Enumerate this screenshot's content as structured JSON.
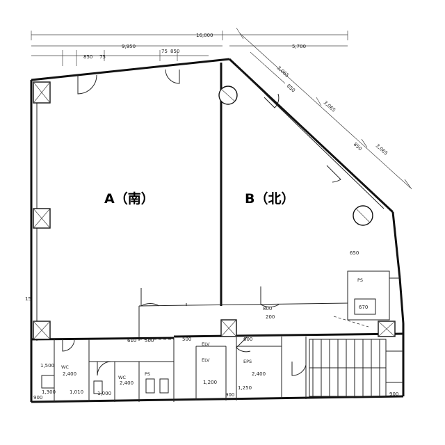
{
  "plan": {
    "units": [
      {
        "id": "A",
        "label": "A（南）"
      },
      {
        "id": "B",
        "label": "B（北）"
      }
    ],
    "dimensions": {
      "top_total": "16,000",
      "top_left": "9,950",
      "top_right": "5,700",
      "d850a": "850",
      "d75a": "75",
      "d850b": "850",
      "d75b": "75",
      "diag1": "3,065",
      "diag2": "3,065",
      "diag3": "3,065",
      "diag850": "850",
      "diag850b": "850",
      "d650": "650",
      "d670": "670",
      "d800": "800",
      "d200": "200",
      "d610": "610",
      "d500a": "500",
      "d500b": "500",
      "d600": "600",
      "d900a": "900",
      "d900b": "900",
      "d900c": "900",
      "d1500": "1,500",
      "d1000": "1,000",
      "d1200": "1,200",
      "d2400a": "2,400",
      "d2400b": "2,400",
      "d2400c": "2,400",
      "d1250": "1,250",
      "left_side": "15",
      "d1010": "1,010",
      "d1300": "1,300"
    },
    "rooms": {
      "elv": "ELV",
      "elv_hall": "ELV",
      "wc_m": "WC",
      "wc_f": "WC",
      "ps": "PS",
      "eps": "EPS",
      "shaft": "PS"
    }
  }
}
